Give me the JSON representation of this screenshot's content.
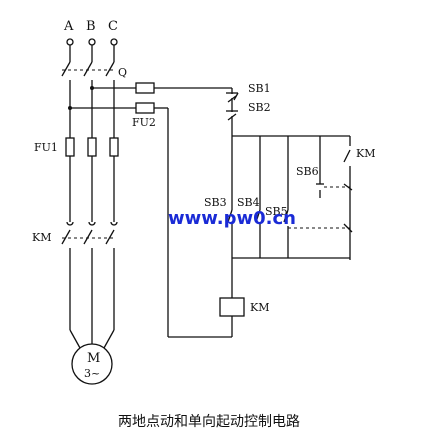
{
  "phases": [
    "A",
    "B",
    "C"
  ],
  "labels": {
    "q": "Q",
    "fu1": "FU1",
    "fu2": "FU2",
    "km_main": "KM",
    "sb1": "SB1",
    "sb2": "SB2",
    "sb3": "SB3",
    "sb4": "SB4",
    "sb5": "SB5",
    "sb6": "SB6",
    "km_aux": "KM",
    "km_coil": "KM",
    "motor_m": "M",
    "motor_3": "3~"
  },
  "watermark": "www.pw0.cn",
  "caption": "两地点动和单向起动控制电路"
}
